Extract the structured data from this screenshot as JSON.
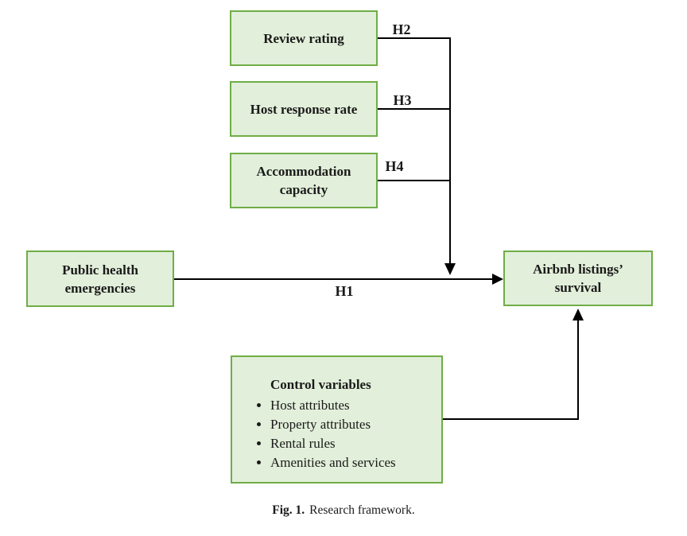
{
  "colors": {
    "box_fill": "#e2efda",
    "box_border": "#70ad47",
    "line": "#000000"
  },
  "boxes": {
    "review_rating": {
      "label": "Review rating"
    },
    "host_response_rate": {
      "label": "Host response rate"
    },
    "accommodation_capacity": {
      "label": "Accommodation capacity"
    },
    "public_health": {
      "label": "Public health emergencies"
    },
    "airbnb_survival": {
      "label": "Airbnb listings’ survival"
    },
    "control_variables": {
      "title": "Control variables",
      "items": [
        "Host attributes",
        "Property attributes",
        "Rental rules",
        "Amenities and services"
      ]
    }
  },
  "hypotheses": {
    "h1": "H1",
    "h2": "H2",
    "h3": "H3",
    "h4": "H4"
  },
  "figure": {
    "caption_label": "Fig. 1.",
    "caption_text": "Research framework."
  }
}
